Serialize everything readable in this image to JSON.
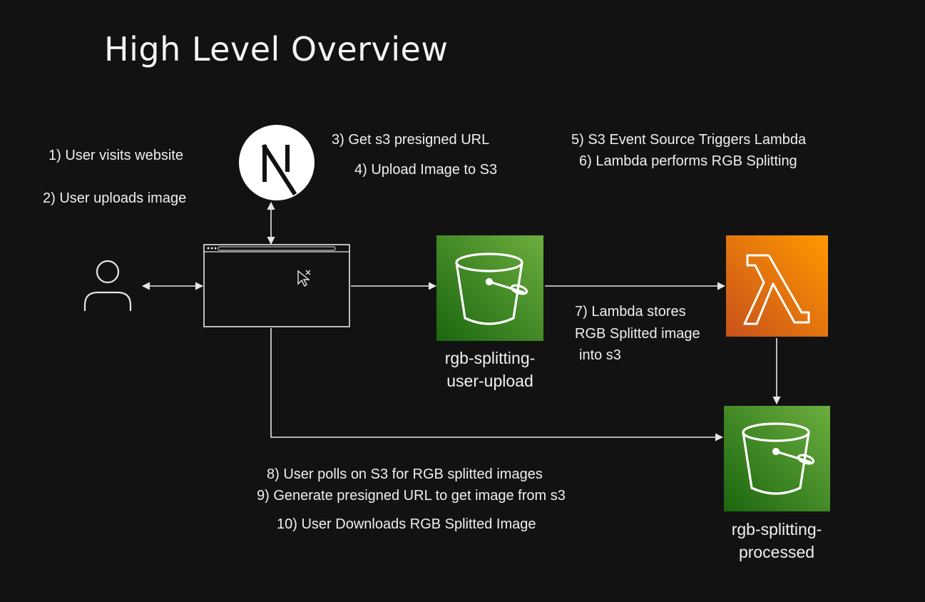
{
  "title": "High Level Overview",
  "steps": {
    "s1": "1) User visits website",
    "s2": "2) User uploads image",
    "s3": "3) Get s3 presigned URL",
    "s4": "4) Upload Image to S3",
    "s5": "5) S3 Event Source Triggers Lambda",
    "s6": "6) Lambda performs RGB Splitting",
    "s7": [
      "7) Lambda stores",
      "RGB Splitted image",
      "into s3"
    ],
    "s8": "8) User polls on S3 for RGB splitted images",
    "s9": "9) Generate presigned URL to get image from s3",
    "s10": "10) User Downloads RGB Splitted Image"
  },
  "nodes": {
    "user": {
      "icon": "user-icon"
    },
    "nextjs": {
      "icon": "nextjs-logo-icon",
      "letter": "N"
    },
    "browser": {
      "icon": "browser-window-icon"
    },
    "upload_bucket": {
      "icon": "s3-bucket-icon",
      "name": [
        "rgb-splitting-",
        "user-upload"
      ],
      "color": "#3f8624"
    },
    "lambda": {
      "icon": "lambda-icon",
      "color": "#ed7100"
    },
    "processed_bucket": {
      "icon": "s3-bucket-icon",
      "name": [
        "rgb-splitting-",
        "processed"
      ],
      "color": "#3f8624"
    }
  }
}
